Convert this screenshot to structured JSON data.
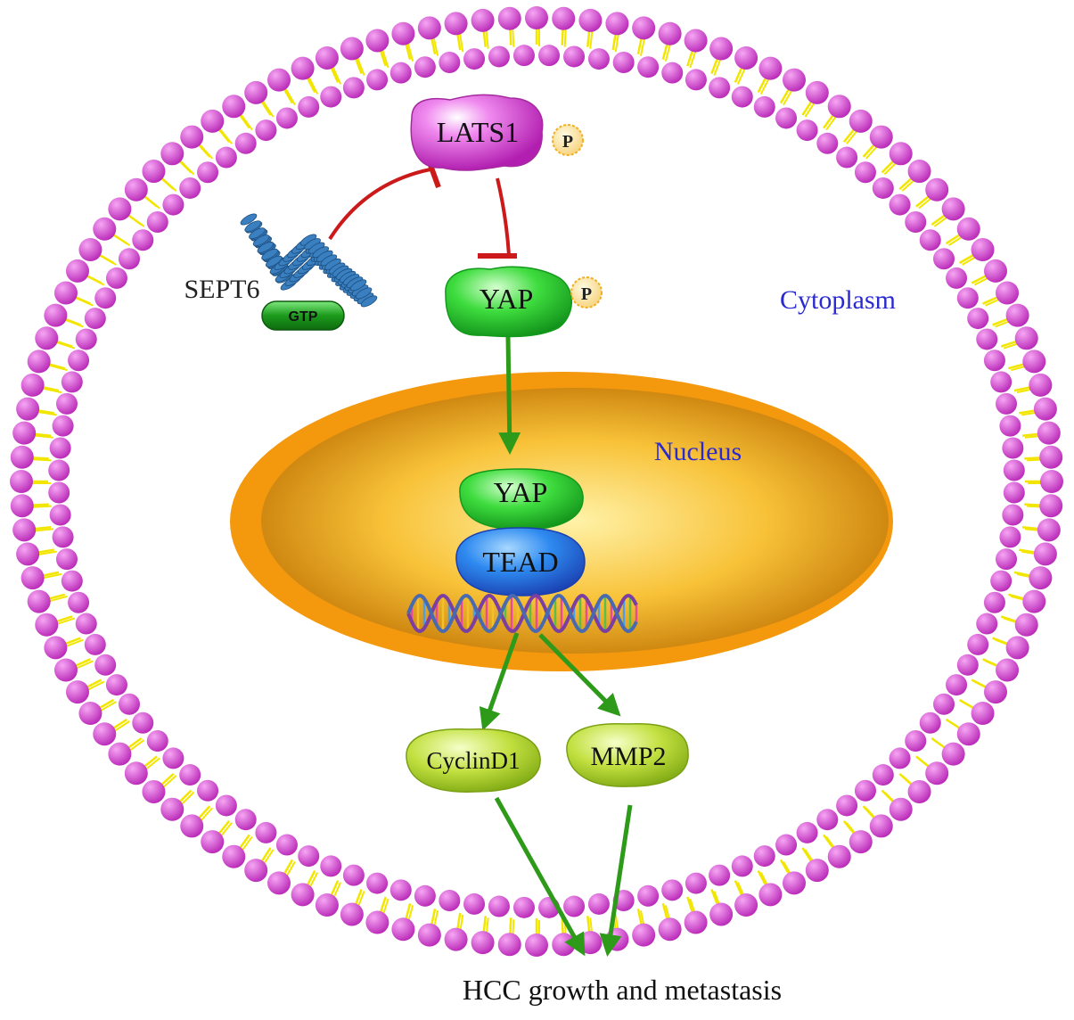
{
  "labels": {
    "lats1": "LATS1",
    "yap_cyto": "YAP",
    "yap_nuc": "YAP",
    "tead": "TEAD",
    "sept6": "SEPT6",
    "gtp": "GTP",
    "phospho": "P",
    "cytoplasm": "Cytoplasm",
    "nucleus": "Nucleus",
    "cyclind1": "CyclinD1",
    "mmp2": "MMP2",
    "outcome": "HCC growth and metastasis"
  },
  "colors": {
    "membrane_head": "#cc33cc",
    "membrane_tail": "#f2e600",
    "inhibit": "#cc1a1a",
    "activate": "#2e9a1a",
    "compartment_text": "#2a2ad0",
    "lats1": "#e35fe0",
    "yap": "#3ed43e",
    "tead": "#2a6ee6",
    "target": "#b8dc3a",
    "nucleus_outer": "#f39a10",
    "nucleus_inner": "#f8c030",
    "sept6": "#3a7fc0",
    "gtp": "#2aa52a"
  },
  "icons": {
    "membrane": "lipid-bilayer",
    "dna": "dna-helix-icon",
    "septin": "septin-filament-icon"
  }
}
